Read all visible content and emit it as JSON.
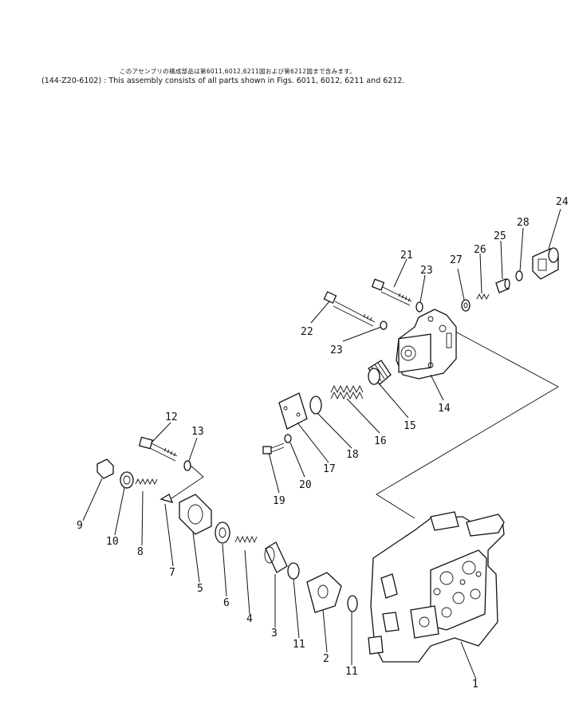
{
  "header": {
    "japanese_note": "このアセンブリの構成部品は第6011,6012,6211図および第6212図まで含みます。",
    "english_note": "(144-Z20-6102) : This assembly consists of all parts shown in Figs. 6011, 6012, 6211 and 6212."
  },
  "callouts": {
    "p1": "1",
    "p2": "2",
    "p3": "3",
    "p4": "4",
    "p5": "5",
    "p6": "6",
    "p7": "7",
    "p8": "8",
    "p9": "9",
    "p10": "10",
    "p11a": "11",
    "p11b": "11",
    "p12": "12",
    "p13": "13",
    "p14": "14",
    "p15": "15",
    "p16": "16",
    "p17": "17",
    "p18": "18",
    "p19": "19",
    "p20": "20",
    "p21": "21",
    "p22": "22",
    "p23a": "23",
    "p23b": "23",
    "p24": "24",
    "p25": "25",
    "p26": "26",
    "p27": "27",
    "p28": "28"
  }
}
